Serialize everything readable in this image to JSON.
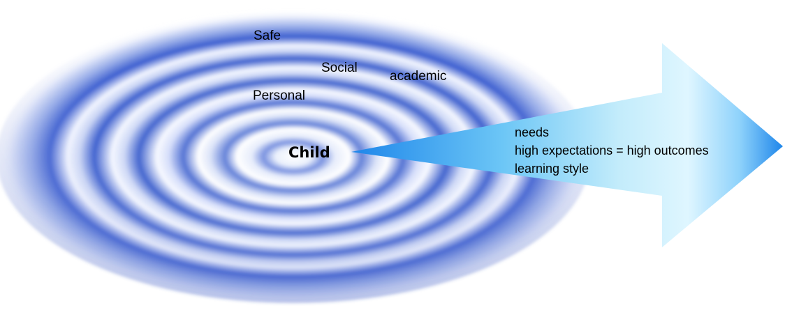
{
  "ripple": {
    "rings": [
      "Safe",
      "Social",
      "academic",
      "Personal"
    ],
    "center": "Child"
  },
  "arrow": {
    "lines": [
      "needs",
      "high expectations = high outcomes",
      "learning style"
    ]
  },
  "colors": {
    "ripple_blue": "#3d5fd0",
    "arrow_light": "#dff6ff",
    "arrow_dark": "#1e86ea",
    "text": "#000000"
  }
}
